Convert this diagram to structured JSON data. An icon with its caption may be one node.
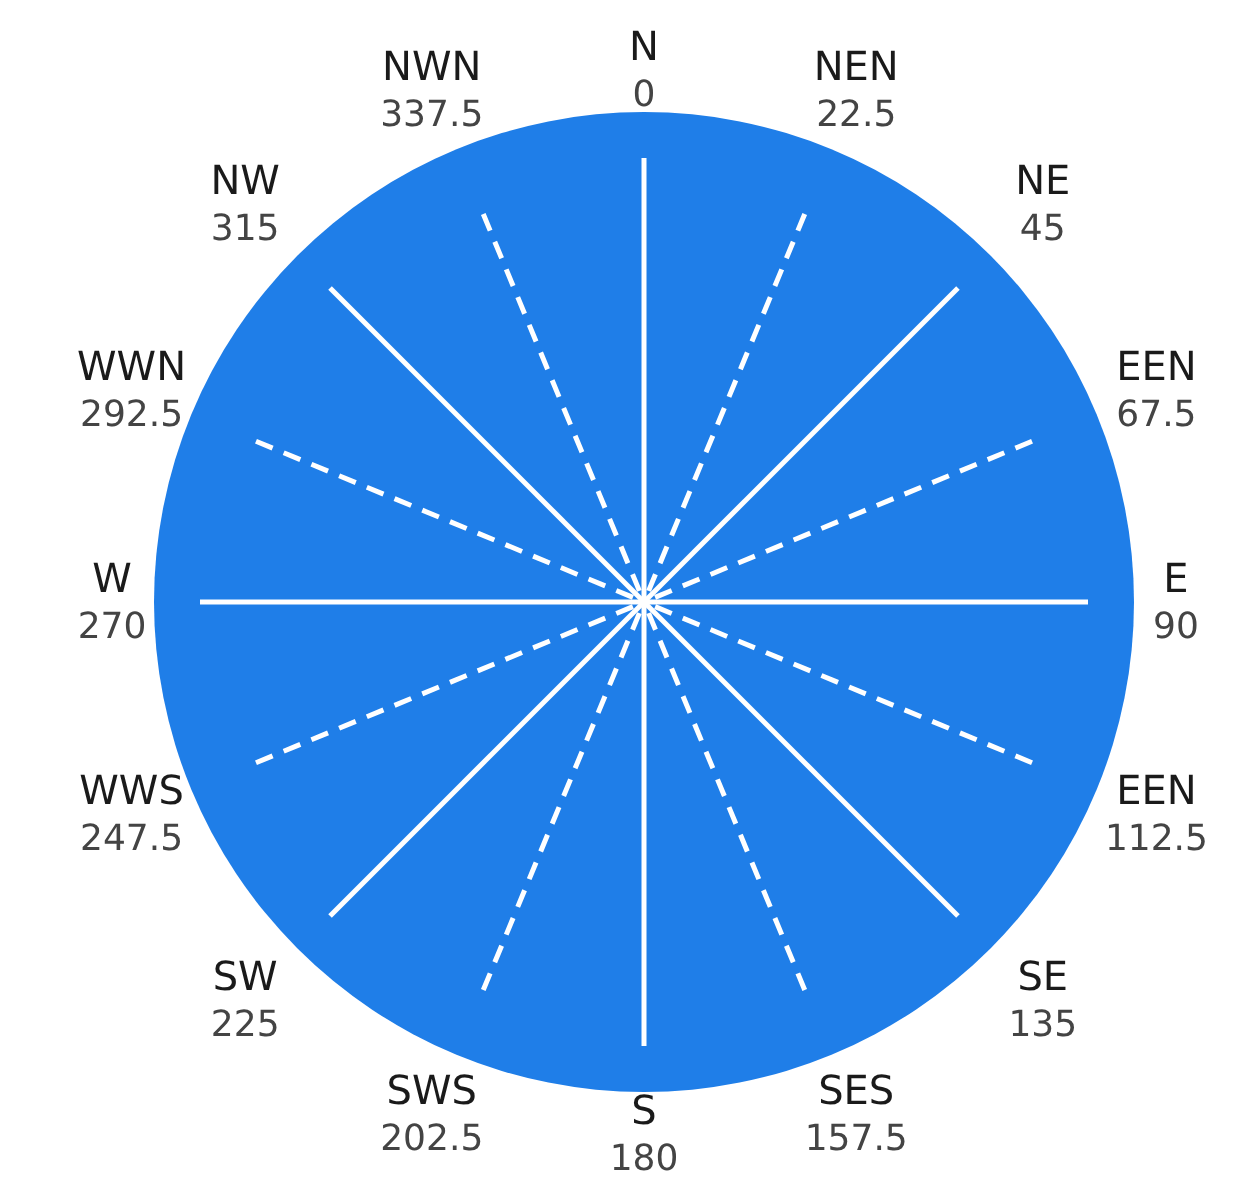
{
  "diagram": {
    "labels": [
      "N",
      "0",
      "NEN",
      "22.5",
      "NE",
      "45",
      "EEN",
      "67.5",
      "E",
      "90",
      "EEN",
      "112.5",
      "SE",
      "135",
      "SES",
      "157.5",
      "S",
      "180",
      "SWS",
      "202.5",
      "SW",
      "225",
      "WWS",
      "247.5",
      "W",
      "270",
      "WWN",
      "292.5",
      "NW",
      "315",
      "NWN",
      "337.5"
    ]
  }
}
